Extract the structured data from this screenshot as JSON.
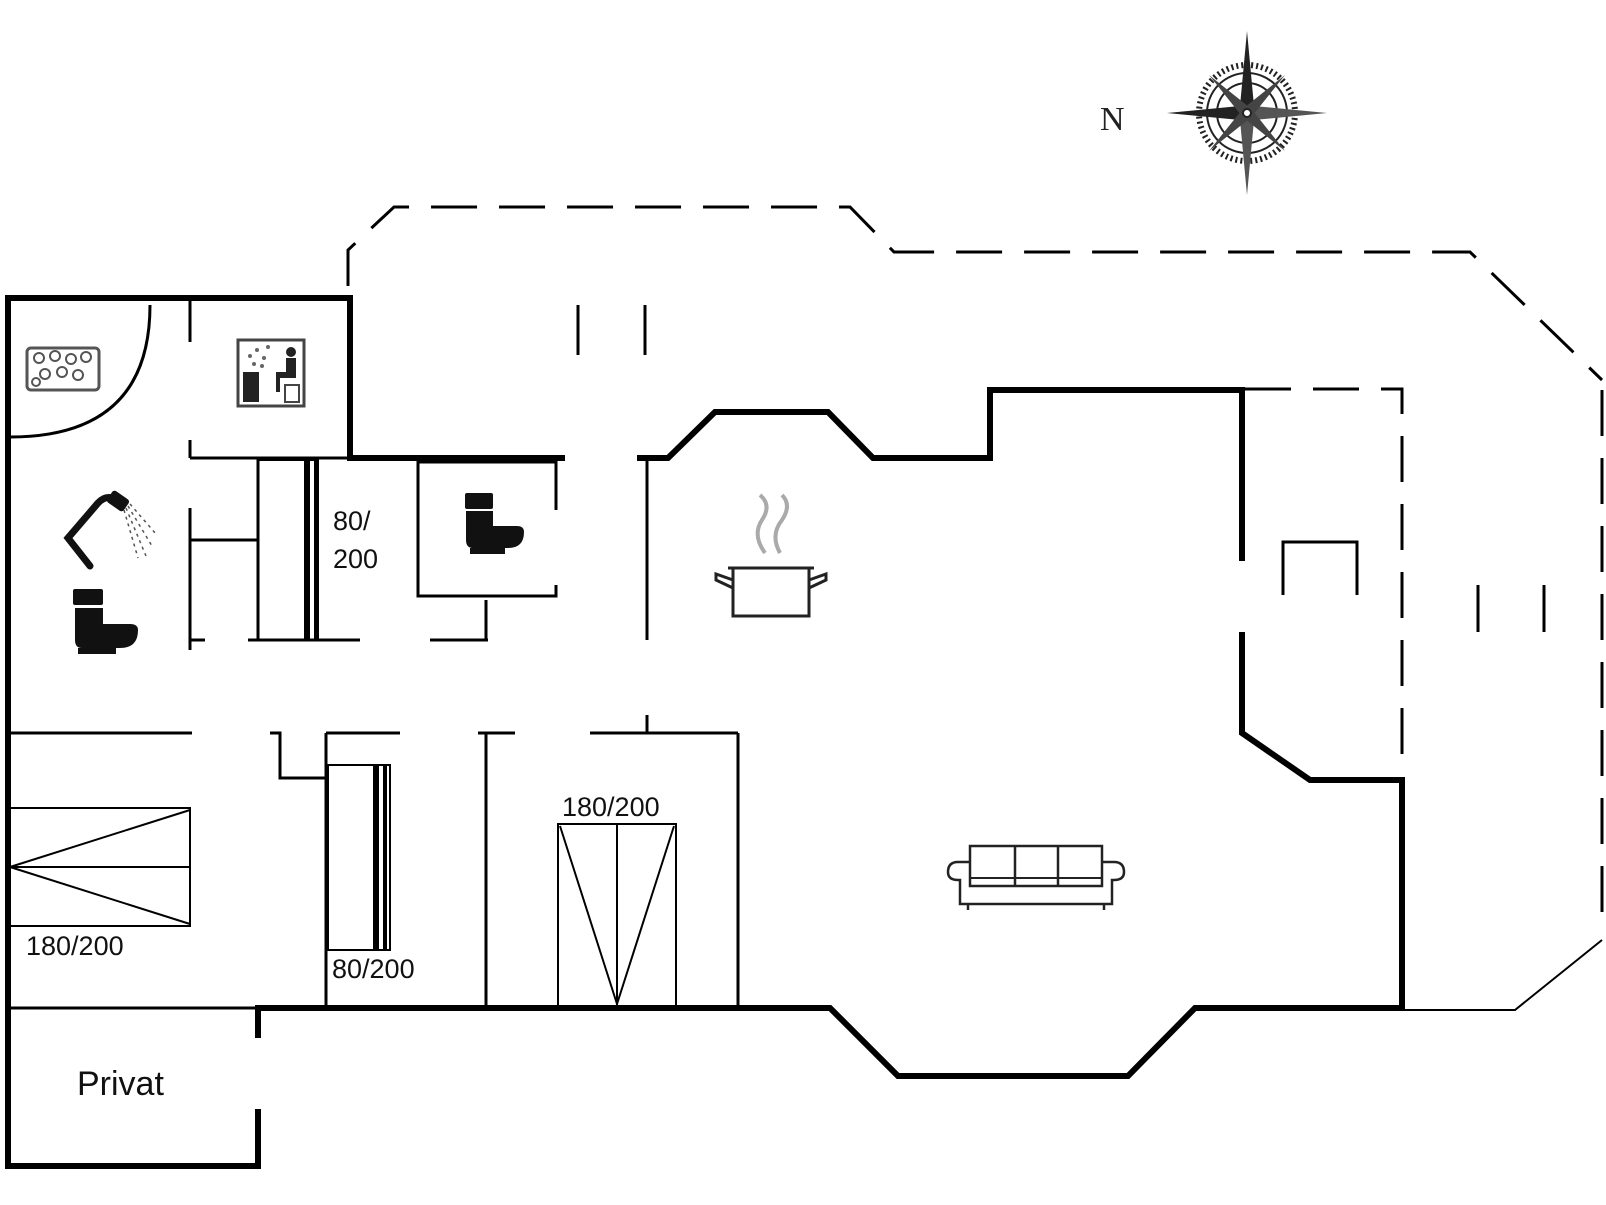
{
  "compass": {
    "north_label": "N",
    "icon": "compass-rose-icon"
  },
  "rooms": {
    "private_label": "Privat"
  },
  "beds": {
    "bedroom_1_size": "180/200",
    "bedroom_2_size": "80/200",
    "bedroom_3_size": "180/200",
    "bunk_size_line1": "80/",
    "bunk_size_line2": "200"
  },
  "icons": {
    "whirlpool": "whirlpool-icon",
    "sauna": "sauna-icon",
    "shower": "shower-icon",
    "toilet": "toilet-icon",
    "kitchen": "cooking-pot-icon",
    "living": "sofa-icon"
  },
  "colors": {
    "line": "#000000",
    "icon_gray": "#999999",
    "background": "#ffffff"
  }
}
